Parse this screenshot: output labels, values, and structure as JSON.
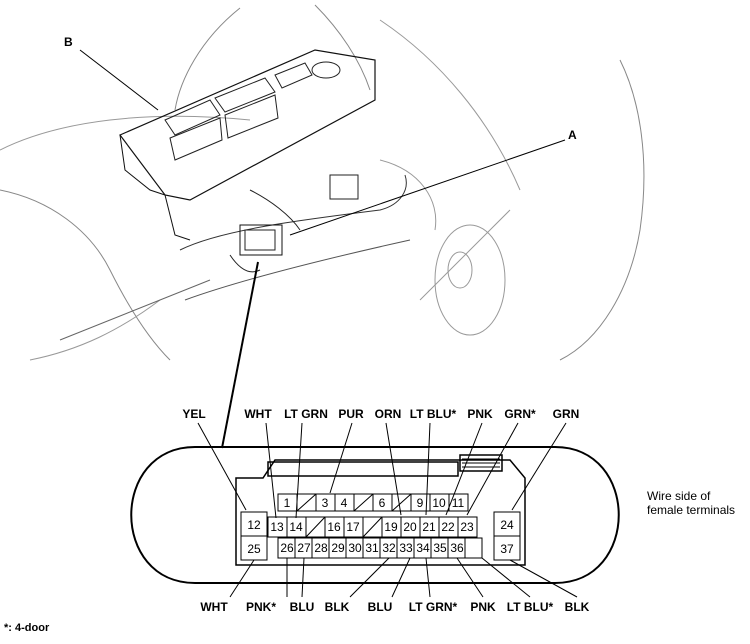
{
  "callouts": {
    "a": "A",
    "b": "B"
  },
  "connector_note": [
    "Wire side of",
    "female terminals"
  ],
  "footnote": "*: 4-door",
  "pins": {
    "p1": "1",
    "p3": "3",
    "p4": "4",
    "p6": "6",
    "p9": "9",
    "p10": "10",
    "p11": "11",
    "p12": "12",
    "p13": "13",
    "p14": "14",
    "p16": "16",
    "p17": "17",
    "p19": "19",
    "p20": "20",
    "p21": "21",
    "p22": "22",
    "p23": "23",
    "p24": "24",
    "p25": "25",
    "p26": "26",
    "p27": "27",
    "p28": "28",
    "p29": "29",
    "p30": "30",
    "p31": "31",
    "p32": "32",
    "p33": "33",
    "p34": "34",
    "p35": "35",
    "p36": "36",
    "p37": "37"
  },
  "wire_labels_top": {
    "yel": "YEL",
    "wht": "WHT",
    "lt_grn": "LT GRN",
    "pur": "PUR",
    "orn": "ORN",
    "lt_blu_star": "LT BLU*",
    "pnk": "PNK",
    "grn_star": "GRN*",
    "grn": "GRN"
  },
  "wire_labels_bottom": {
    "wht": "WHT",
    "pnk_star": "PNK*",
    "blu_1": "BLU",
    "blk_1": "BLK",
    "blu_2": "BLU",
    "lt_grn_star": "LT GRN*",
    "pnk": "PNK",
    "lt_blu_star": "LT BLU*",
    "blk_2": "BLK"
  }
}
